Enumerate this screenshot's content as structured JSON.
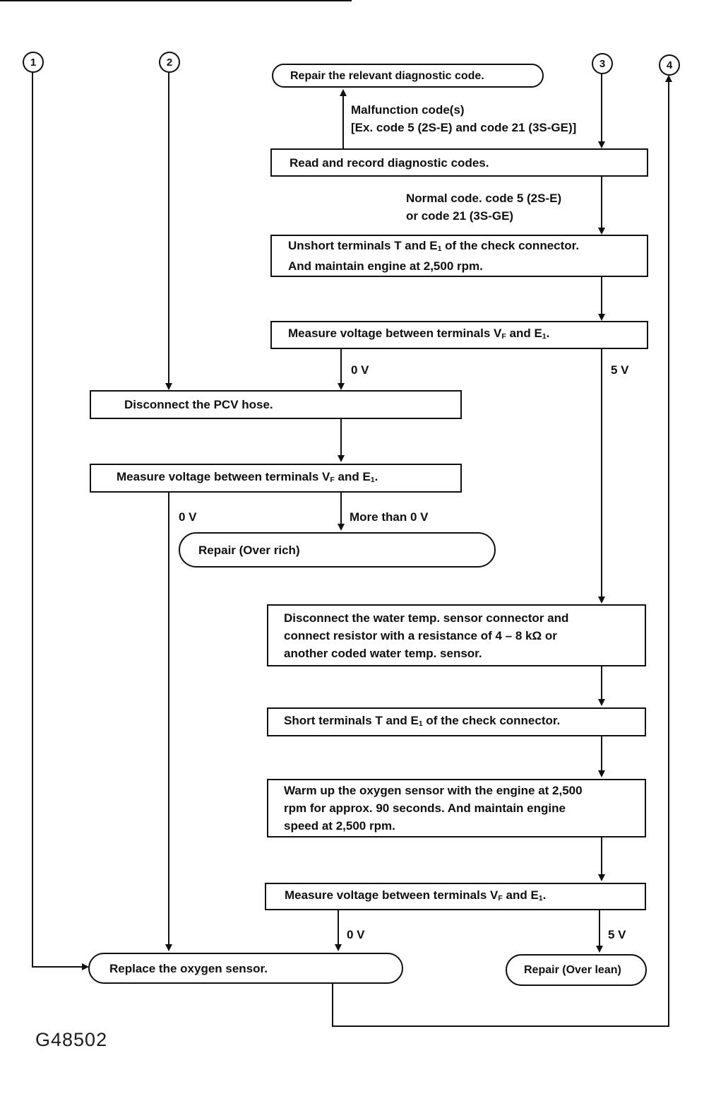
{
  "connectors": {
    "c1": "1",
    "c2": "2",
    "c3": "3",
    "c4": "4"
  },
  "edge_labels": {
    "malfunction_line1": "Malfunction code(s)",
    "malfunction_line2": "[Ex. code 5 (2S-E) and code 21 (3S-GE)]",
    "normal_line1": "Normal code. code 5 (2S-E)",
    "normal_line2": "or code 21 (3S-GE)",
    "v0": "0 V",
    "v5": "5 V",
    "more_than_0v": "More than 0 V"
  },
  "nodes": {
    "repair_diagnostic": "Repair the relevant diagnostic code.",
    "read_record": "Read and record diagnostic codes.",
    "unshort": {
      "pre": "Unshort terminals T and E",
      "sub_1": "1",
      "end": " of the check connector.",
      "line2": "And maintain engine at 2,500 rpm."
    },
    "measure_vf": {
      "pre": "Measure voltage between terminals V",
      "sub_f": "F",
      "mid": " and E",
      "sub_1": "1",
      "end": "."
    },
    "disconnect_pcv": "Disconnect the PCV hose.",
    "repair_over_rich": "Repair (Over rich)",
    "disconnect_water_temp": "Disconnect the water temp. sensor connector and connect resistor with a resistance of 4 – 8 kΩ or another coded water temp. sensor.",
    "short_t": {
      "pre": "Short terminals T and E",
      "sub_1": "1",
      "end": " of the check connector."
    },
    "warm_up": "Warm up the oxygen sensor with the engine at 2,500 rpm for approx. 90 seconds. And maintain engine speed at 2,500 rpm.",
    "replace_oxygen": "Replace the oxygen sensor.",
    "repair_over_lean": "Repair (Over lean)"
  },
  "figure_id": "G48502"
}
